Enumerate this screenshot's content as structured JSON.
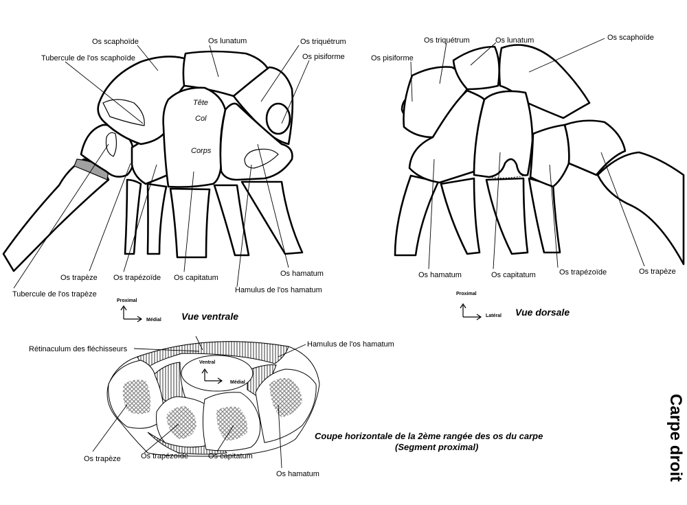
{
  "ventral": {
    "title": "Vue ventrale",
    "axis": {
      "up": "Proximal",
      "right": "Médial"
    },
    "labels": {
      "scaphoide": "Os scaphoïde",
      "tubercule_scaphoide": "Tubercule de l'os scaphoïde",
      "lunatum": "Os lunatum",
      "triquetrum": "Os triquétrum",
      "pisiforme": "Os pisiforme",
      "tete": "Tête",
      "col": "Col",
      "corps": "Corps",
      "trapeze": "Os trapèze",
      "trapezoide": "Os trapézoïde",
      "capitatum": "Os capitatum",
      "hamatum": "Os hamatum",
      "hamulus": "Hamulus de l'os hamatum",
      "tubercule_trapeze": "Tubercule de l'os trapèze"
    }
  },
  "dorsal": {
    "title": "Vue dorsale",
    "axis": {
      "up": "Proximal",
      "right": "Latéral"
    },
    "labels": {
      "pisiforme": "Os pisiforme",
      "triquetrum": "Os triquétrum",
      "lunatum": "Os lunatum",
      "scaphoide": "Os scaphoïde",
      "hamatum": "Os hamatum",
      "capitatum": "Os capitatum",
      "trapezoide": "Os trapézoïde",
      "trapeze": "Os trapèze"
    }
  },
  "section": {
    "title_line1": "Coupe horizontale  de la 2ème rangée des os du carpe",
    "title_line2": "(Segment proximal)",
    "axis": {
      "up": "Ventral",
      "right": "Médial"
    },
    "labels": {
      "retinaculum": "Rétinaculum des fléchisseurs",
      "hamulus": "Hamulus de l'os hamatum",
      "trapeze": "Os trapèze",
      "trapezoide": "Os trapézoïde",
      "capitatum": "Os capitatum",
      "hamatum": "Os hamatum"
    }
  },
  "side_title": "Carpe droit",
  "colors": {
    "cartilage": "#a0a0a0",
    "spongy": "#8c8c8c"
  }
}
